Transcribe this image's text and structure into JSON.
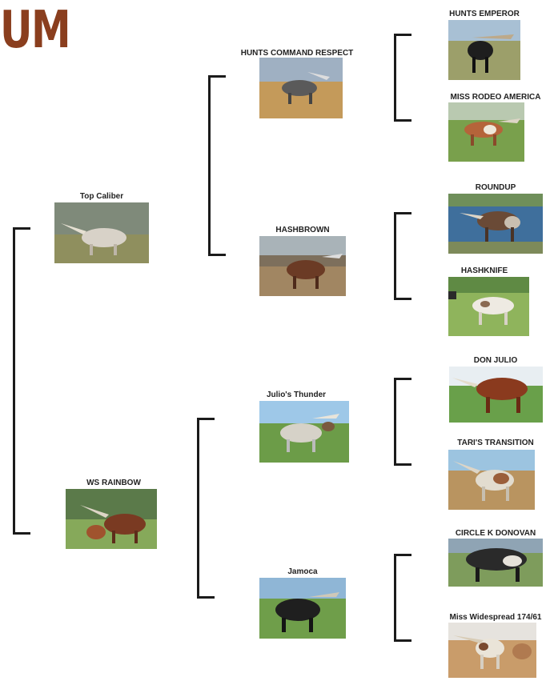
{
  "logo": {
    "text": "UM",
    "color": "#8a3e1e"
  },
  "pedigree": {
    "gen1": [
      {
        "name": "Top Caliber"
      },
      {
        "name": "WS RAINBOW"
      }
    ],
    "gen2": [
      {
        "name": "HUNTS COMMAND RESPECT"
      },
      {
        "name": "HASHBROWN"
      },
      {
        "name": "Julio's Thunder"
      },
      {
        "name": "Jamoca"
      }
    ],
    "gen3": [
      {
        "name": "HUNTS EMPEROR"
      },
      {
        "name": "MISS RODEO AMERICA"
      },
      {
        "name": "ROUNDUP"
      },
      {
        "name": "HASHKNIFE"
      },
      {
        "name": "DON JULIO"
      },
      {
        "name": "TARI'S TRANSITION"
      },
      {
        "name": "CIRCLE K DONOVAN"
      },
      {
        "name": "Miss Widespread 174/61"
      }
    ]
  }
}
